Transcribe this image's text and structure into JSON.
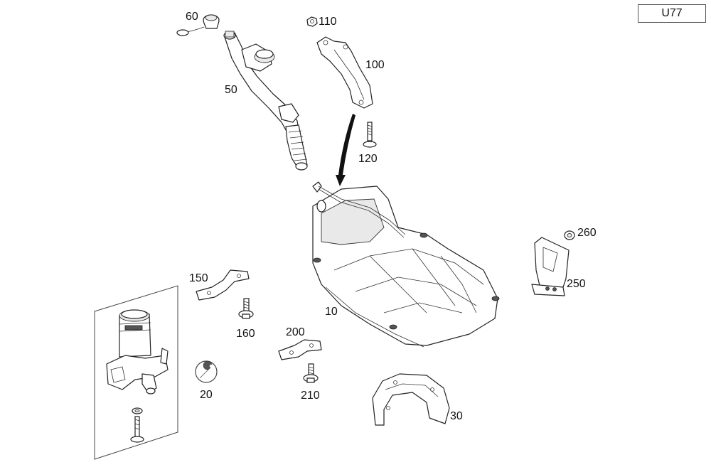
{
  "diagram_code": "U77",
  "callouts": {
    "p10": "10",
    "p20": "20",
    "p30": "30",
    "p50": "50",
    "p60": "60",
    "p100": "100",
    "p110": "110",
    "p120": "120",
    "p150": "150",
    "p160": "160",
    "p200": "200",
    "p210": "210",
    "p250": "250",
    "p260": "260"
  },
  "icons": {
    "tool": "wrench-icon",
    "assembly_arrow": "curved-arrow-icon"
  }
}
